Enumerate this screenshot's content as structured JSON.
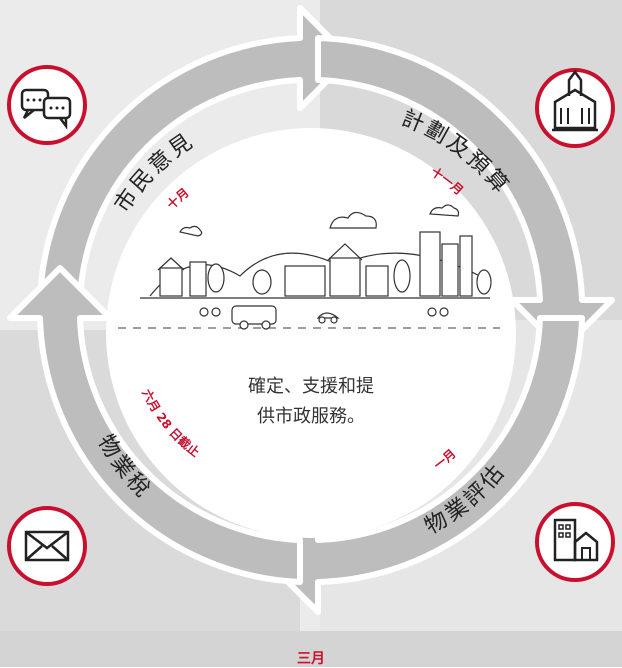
{
  "center_text": {
    "line1": "確定、支援和提",
    "line2": "供市政服務。"
  },
  "stages": [
    {
      "name": "市民意見",
      "month": "十月",
      "icon": "speech-bubbles-icon"
    },
    {
      "name": "計劃及預算",
      "month": "十一月",
      "icon": "city-hall-icon"
    },
    {
      "name": "物業評估",
      "month": "一月",
      "icon": "building-house-icon"
    },
    {
      "name": "物業稅",
      "month": "六月 28 日截止",
      "icon": "envelope-icon"
    }
  ],
  "bottom_month": "三月",
  "colors": {
    "accent": "#c8102e",
    "arrow": "#bdbdbd",
    "panel_light": "#ebebeb",
    "panel_dark": "#d7d7d7"
  }
}
